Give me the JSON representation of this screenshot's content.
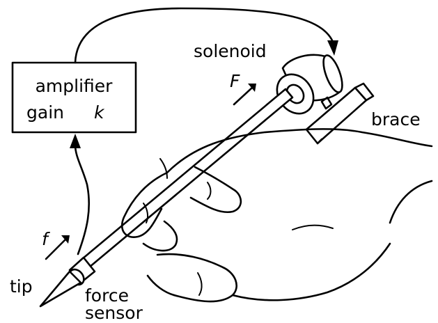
{
  "labels": {
    "amplifier_line1": "amplifier",
    "amplifier_line2": "gain",
    "gain_symbol": "k",
    "solenoid": "solenoid",
    "force_F": "F",
    "brace": "brace",
    "force_f": "f",
    "tip": "tip",
    "force_sensor_line1": "force",
    "force_sensor_line2": "sensor"
  },
  "colors": {
    "ink": "#000000",
    "background": "#ffffff"
  }
}
